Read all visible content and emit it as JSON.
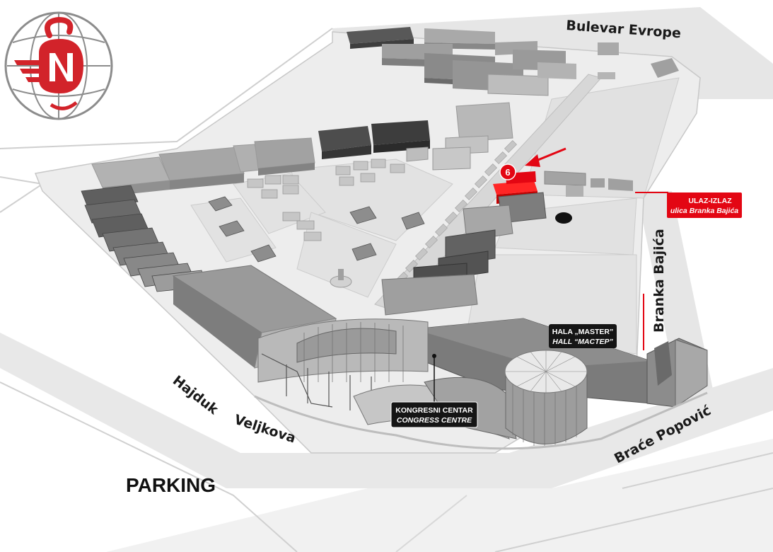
{
  "streets": {
    "bulevar_evrope": "Bulevar Evrope",
    "branka_bajica": "Branka Bajića",
    "hajduk": "Hajduk",
    "veljkova": "Veljkova",
    "brace_popovic": "Braće Popović"
  },
  "parking_label": "PARKING",
  "callouts": {
    "hall_master": {
      "line1": "HALA „MASTER”",
      "line2": "HALL “MACTEP”"
    },
    "congress_centre": {
      "line1": "KONGRESNI CENTAR",
      "line2": "CONGRESS CENTRE"
    },
    "entrance_exit": {
      "line1": "ULAZ-IZLAZ",
      "line2": "ulica Branka Bajića"
    }
  },
  "marker": {
    "number": "6",
    "color": "#e30613"
  },
  "colors": {
    "accent_red": "#e30613",
    "road": "#e4e4e4",
    "building": "#9a9a9a",
    "building_dark": "#4a4a4a"
  },
  "logo": {
    "icon": "fair-logo-sn-globe",
    "letters": "SN"
  }
}
